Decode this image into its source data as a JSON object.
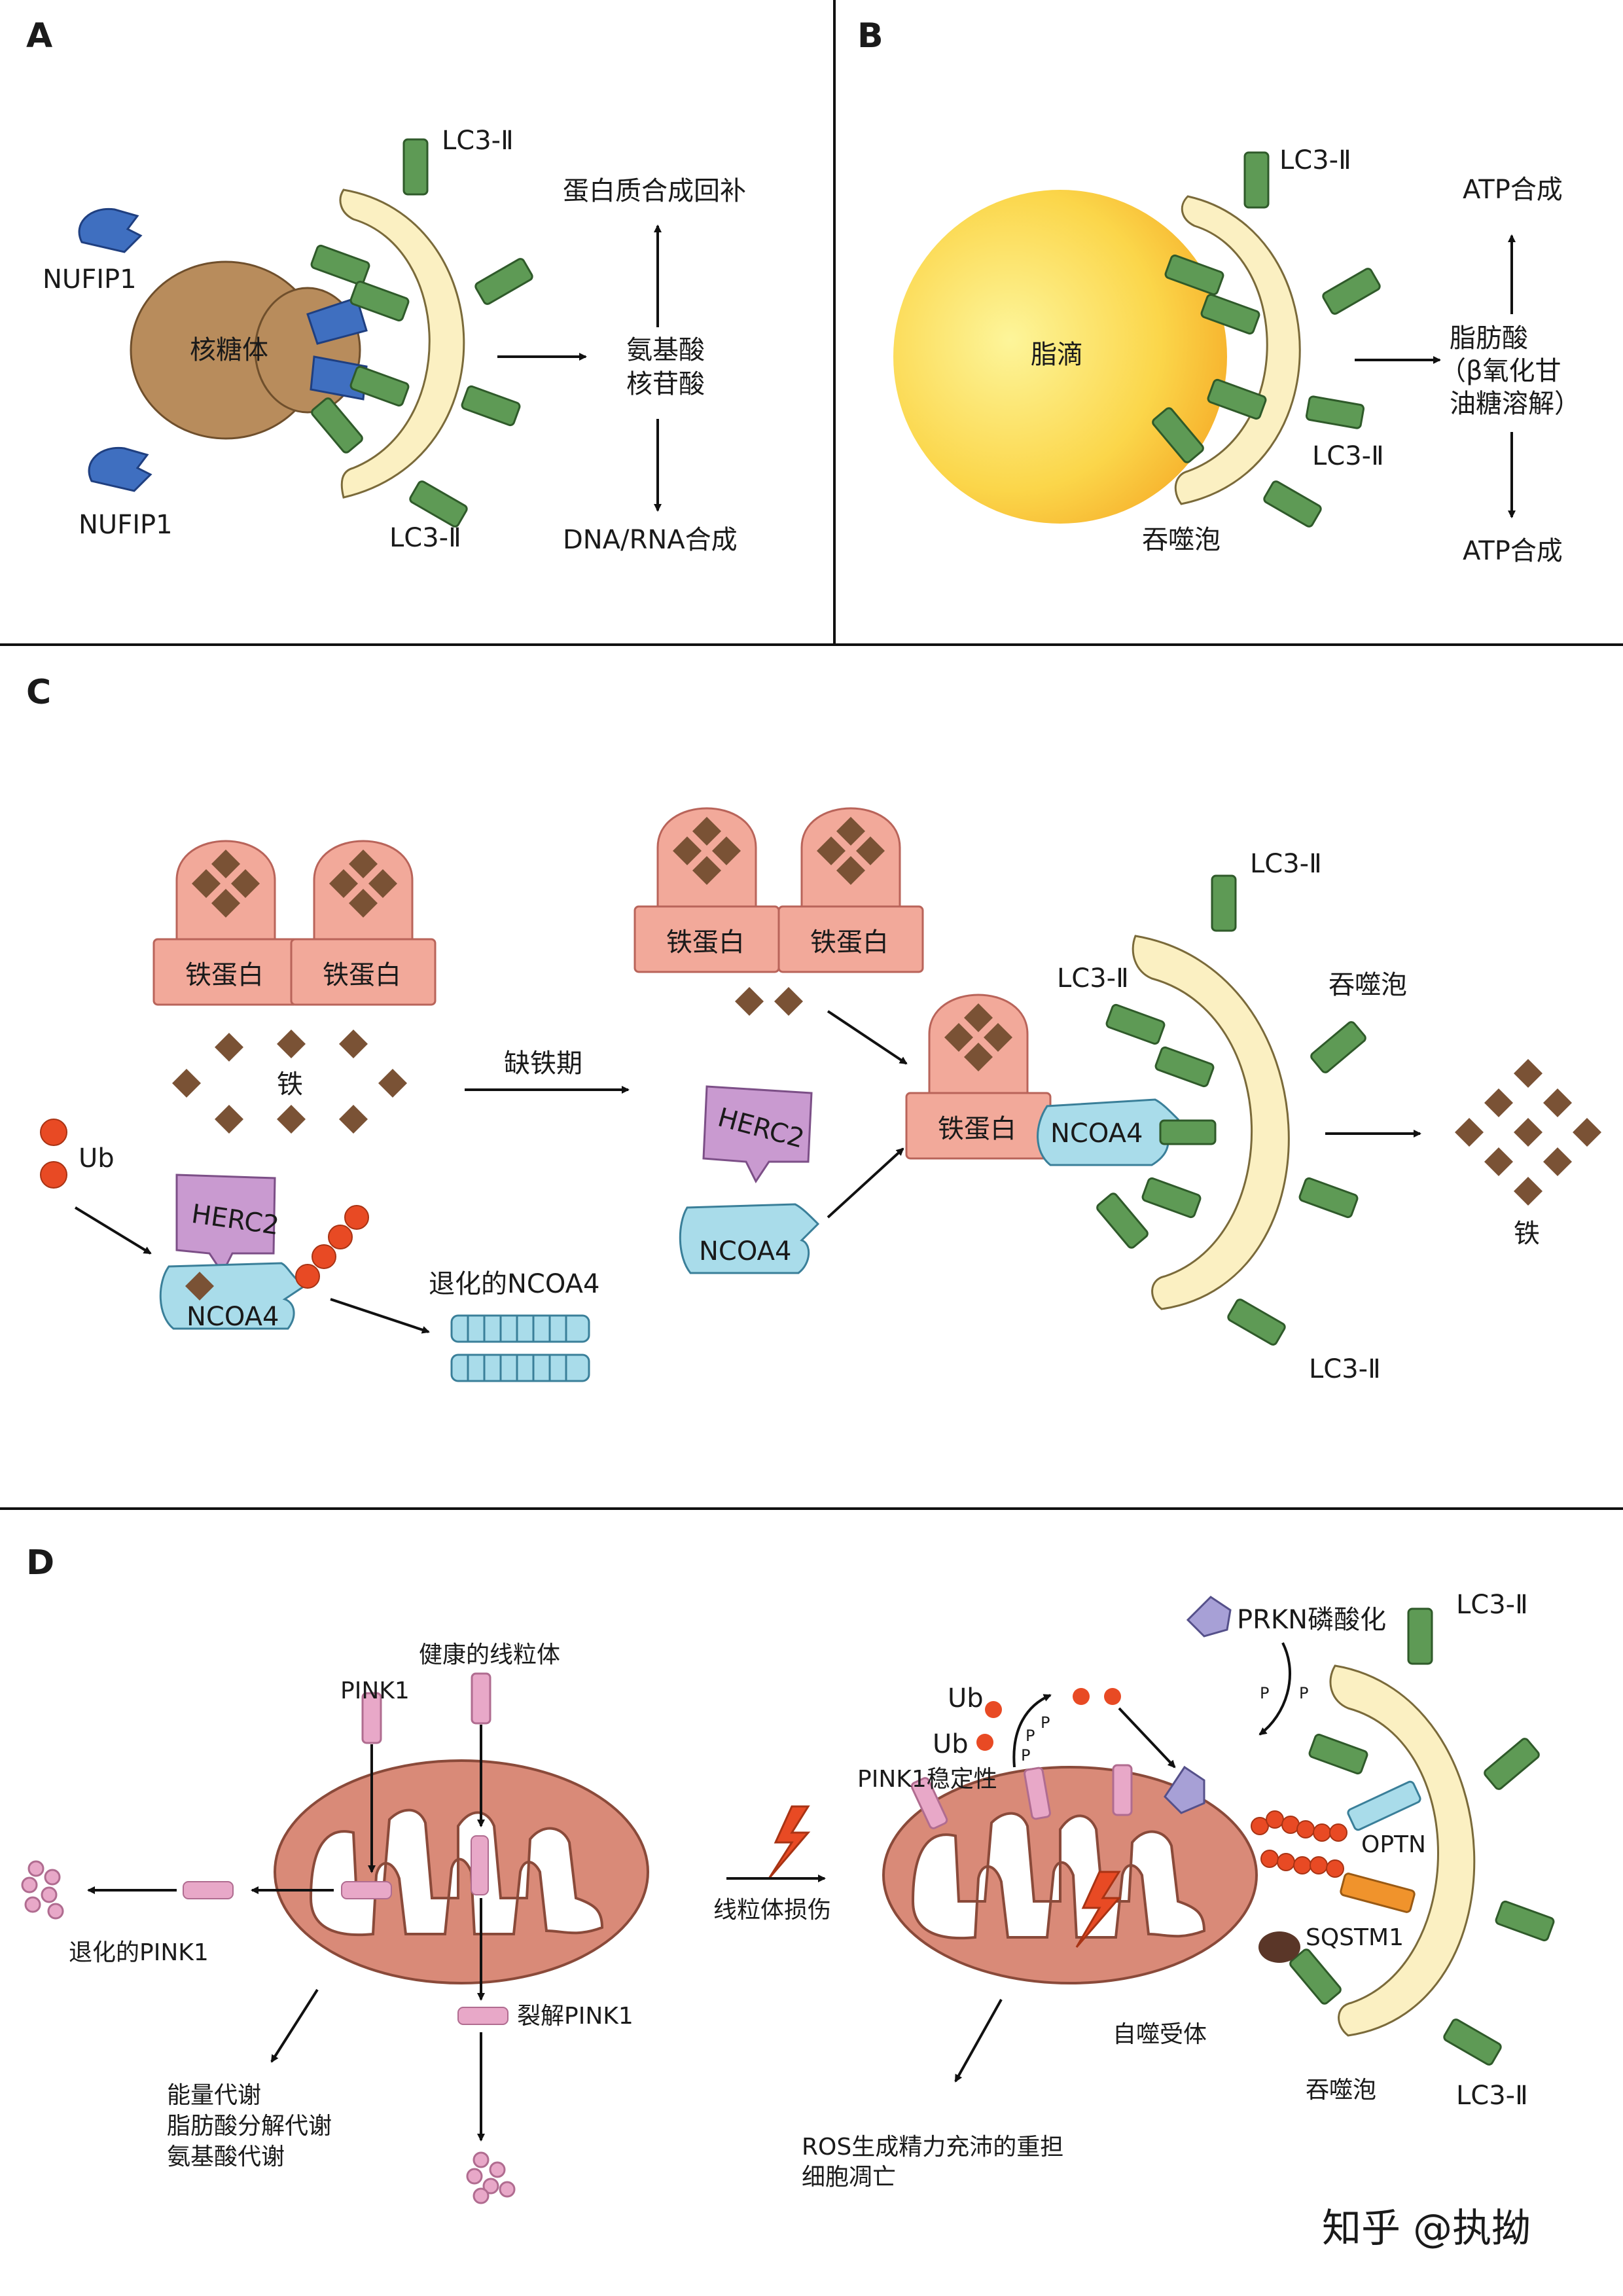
{
  "panels": {
    "A": {
      "letter": "A",
      "nufip_top": "NUFIP1",
      "nufip_bottom": "NUFIP1",
      "ribosome": "核糖体",
      "lc3_top": "LC3-Ⅱ",
      "lc3_bottom": "LC3-Ⅱ",
      "center": [
        "氨基酸",
        "核苷酸"
      ],
      "up": "蛋白质合成回补",
      "down": "DNA/RNA合成"
    },
    "B": {
      "letter": "B",
      "lipid": "脂滴",
      "lc3_top": "LC3-Ⅱ",
      "lc3_bottom": "LC3-Ⅱ",
      "autophagosome": "吞噬泡",
      "center": [
        "脂肪酸",
        "（β氧化甘",
        "油糖溶解）"
      ],
      "up": "ATP合成",
      "down": "ATP合成"
    },
    "C": {
      "letter": "C",
      "ferritin": "铁蛋白",
      "iron": "铁",
      "ub": "Ub",
      "herc2": "HERC2",
      "ncoa4": "NCOA4",
      "degraded": "退化的NCOA4",
      "deficiency": "缺铁期",
      "lc3_top": "LC3-Ⅱ",
      "lc3_mid": "LC3-Ⅱ",
      "lc3_bottom": "LC3-Ⅱ",
      "autophagosome": "吞噬泡",
      "iron_out": "铁"
    },
    "D": {
      "letter": "D",
      "pink1": "PINK1",
      "healthy": "健康的线粒体",
      "degraded_pink1": "退化的PINK1",
      "cleaved_pink1": "裂解PINK1",
      "metabolism": [
        "能量代谢",
        "脂肪酸分解代谢",
        "氨基酸代谢"
      ],
      "damage": "线粒体损伤",
      "ub1": "Ub",
      "ub2": "Ub",
      "pink1_stable": "PINK1稳定性",
      "prkn": "PRKN磷酸化",
      "lc3_top": "LC3-Ⅱ",
      "lc3_bottom": "LC3-Ⅱ",
      "optn": "OPTN",
      "sqstm1": "SQSTM1",
      "receptor": "自噬受体",
      "autophagosome": "吞噬泡",
      "ros": [
        "ROS生成精力充沛的重担",
        "细胞凋亡"
      ],
      "p": "P"
    }
  },
  "watermark": "知乎 @执拗",
  "colors": {
    "lc3": "#5e9a55",
    "phagophore": "#fbf0c2",
    "ribosome": "#b88c5c",
    "nufip": "#3f6fc0",
    "lipid": "#f7c430",
    "ferritin": "#f2a99a",
    "iron": "#7a5235",
    "ncoa4": "#a9dcea",
    "herc2": "#c99ad0",
    "ub": "#e84a24",
    "mito": "#d98a78",
    "pink1": "#e8a8c8"
  }
}
